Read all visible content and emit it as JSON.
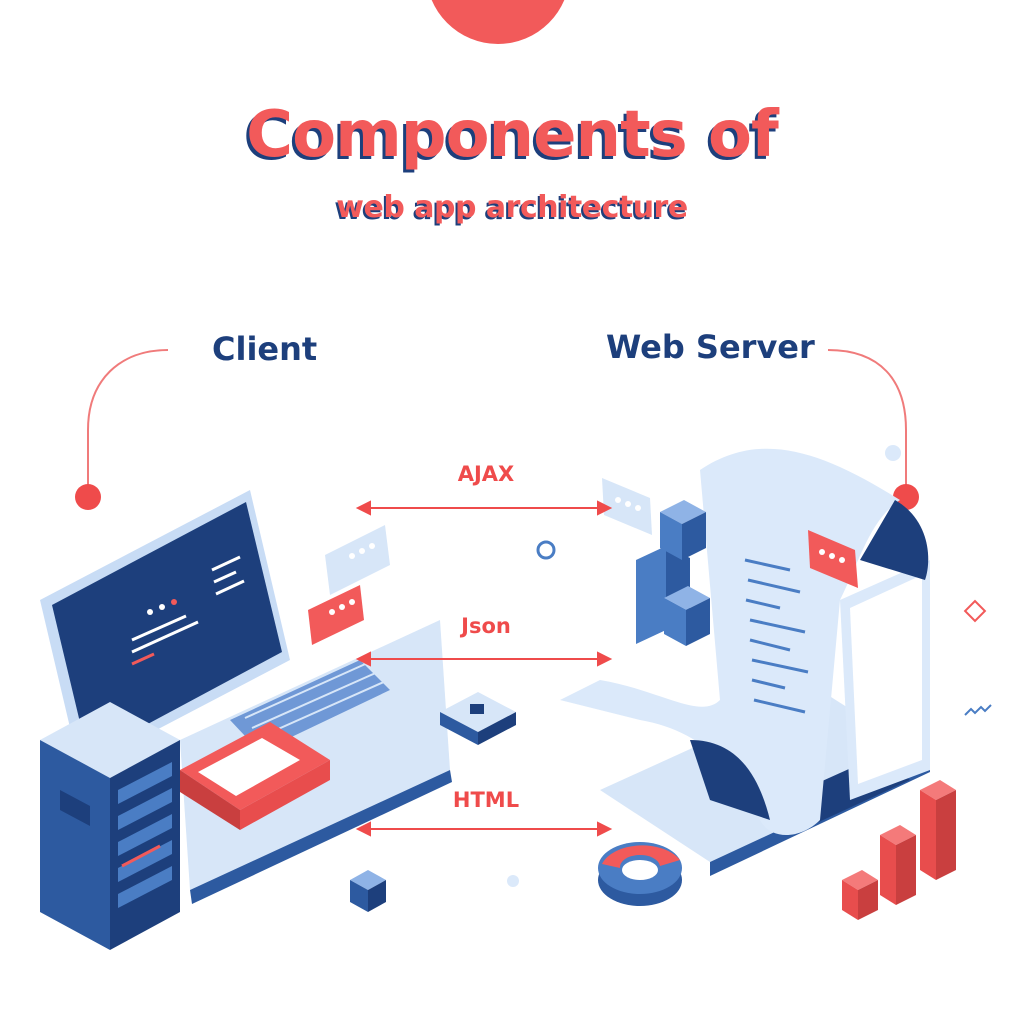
{
  "title": {
    "main": "Components of",
    "sub": "web app architecture"
  },
  "nodes": {
    "client": "Client",
    "server": "Web Server"
  },
  "protocols": [
    {
      "label": "AJAX"
    },
    {
      "label": "Json"
    },
    {
      "label": "HTML"
    }
  ],
  "colors": {
    "accent_red": "#f25a5a",
    "navy": "#1d3f7c",
    "mid_blue": "#4a7dc4",
    "light_blue": "#dbe9fa"
  }
}
